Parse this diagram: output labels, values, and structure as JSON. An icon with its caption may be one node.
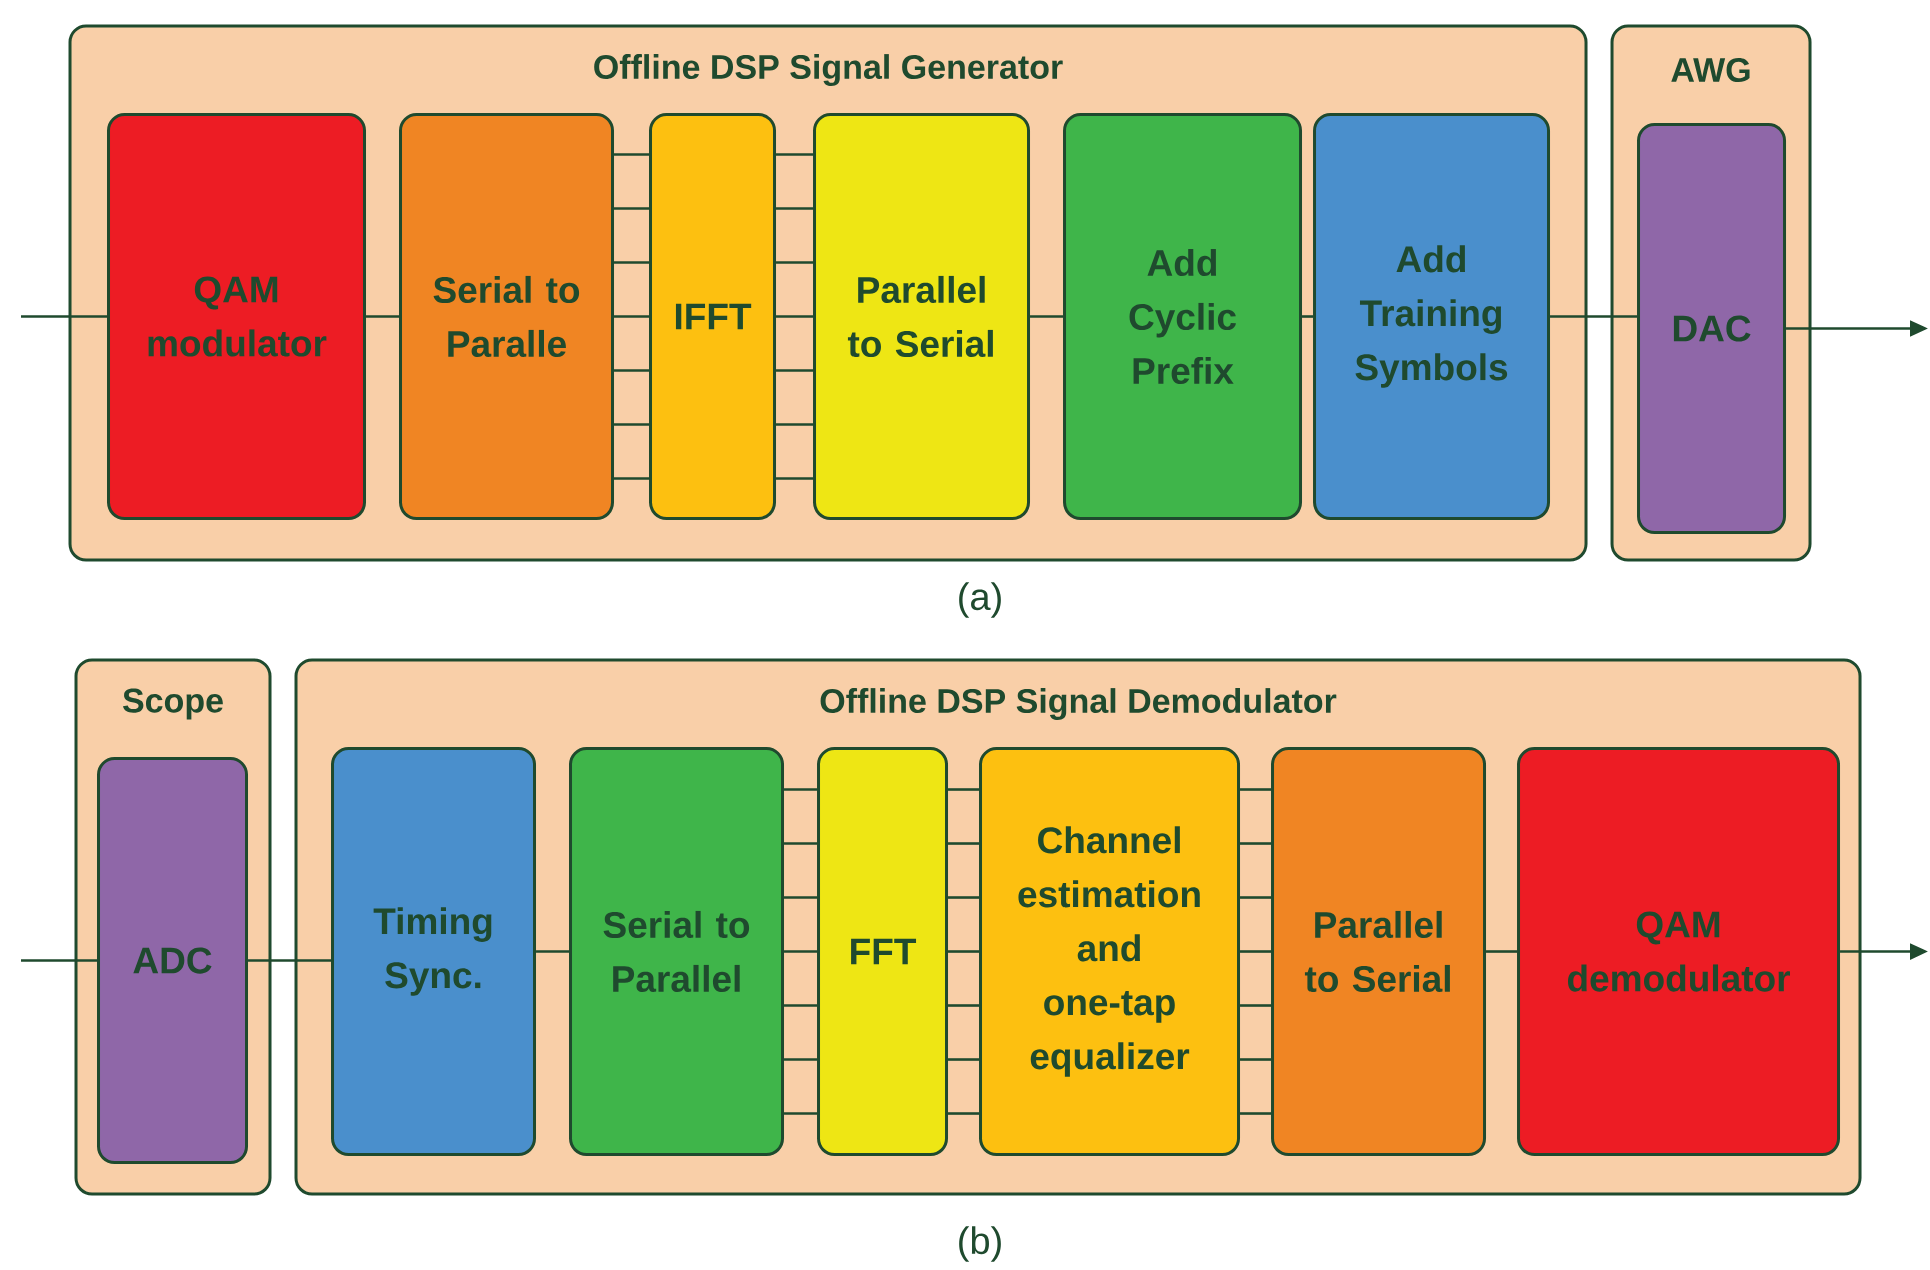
{
  "diagram": {
    "nodes": [
      {
        "text": [
          "Offline DSP Signal Generator"
        ]
      },
      {
        "text": [
          "QAM modulator"
        ],
        "in": 0
      },
      {
        "text": [
          "Serial to Paralle"
        ],
        "in": 0
      },
      {
        "text": [
          "IFFT"
        ],
        "in": 0
      },
      {
        "text": [
          "Parallel to Serial"
        ],
        "in": 0
      },
      {
        "text": [
          "Add Cyclic Prefix"
        ],
        "in": 0
      },
      {
        "text": [
          "Add Training Symbols"
        ],
        "in": 0
      },
      {
        "text": [
          "AWG"
        ]
      },
      {
        "text": [
          "DAC"
        ],
        "in": 7
      },
      {
        "text": [
          "Scope"
        ]
      },
      {
        "text": [
          "ADC"
        ],
        "in": 9
      },
      {
        "text": [
          "Offline DSP Signal Demodulator"
        ]
      },
      {
        "text": [
          "Timing Sync."
        ],
        "in": 11
      },
      {
        "text": [
          "Serial to Parallel"
        ],
        "in": 11
      },
      {
        "text": [
          "FFT"
        ],
        "in": 11
      },
      {
        "text": [
          "Channel estimation and one-tap equalizer"
        ],
        "in": 11
      },
      {
        "text": [
          "Parallel to Serial"
        ],
        "in": 11
      },
      {
        "text": [
          "QAM demodulator"
        ],
        "in": 11
      }
    ],
    "edges": [
      {
        "from": null,
        "to": 1,
        "arrow": "none"
      },
      {
        "from": 1,
        "to": 2,
        "arrow": "none"
      },
      {
        "from": 2,
        "to": 3,
        "arrow": "none"
      },
      {
        "from": 2,
        "to": 3,
        "arrow": "none"
      },
      {
        "from": 2,
        "to": 3,
        "arrow": "none"
      },
      {
        "from": 2,
        "to": 3,
        "arrow": "none"
      },
      {
        "from": 2,
        "to": 3,
        "arrow": "none"
      },
      {
        "from": 2,
        "to": 3,
        "arrow": "none"
      },
      {
        "from": 2,
        "to": 3,
        "arrow": "none"
      },
      {
        "from": 3,
        "to": 4,
        "arrow": "none"
      },
      {
        "from": 3,
        "to": 4,
        "arrow": "none"
      },
      {
        "from": 3,
        "to": 4,
        "arrow": "none"
      },
      {
        "from": 3,
        "to": 4,
        "arrow": "none"
      },
      {
        "from": 3,
        "to": 4,
        "arrow": "none"
      },
      {
        "from": 3,
        "to": 4,
        "arrow": "none"
      },
      {
        "from": 3,
        "to": 4,
        "arrow": "none"
      },
      {
        "from": 4,
        "to": 5,
        "arrow": "none"
      },
      {
        "from": 5,
        "to": 6,
        "arrow": "none"
      },
      {
        "from": 6,
        "to": 8,
        "arrow": "none"
      },
      {
        "from": 8,
        "to": null,
        "arrow": "to"
      },
      {
        "from": null,
        "to": 10,
        "arrow": "none"
      },
      {
        "from": 10,
        "to": 12,
        "arrow": "none"
      },
      {
        "from": 12,
        "to": 13,
        "arrow": "none"
      },
      {
        "from": 13,
        "to": 14,
        "arrow": "none"
      },
      {
        "from": 13,
        "to": 14,
        "arrow": "none"
      },
      {
        "from": 13,
        "to": 14,
        "arrow": "none"
      },
      {
        "from": 13,
        "to": 14,
        "arrow": "none"
      },
      {
        "from": 13,
        "to": 14,
        "arrow": "none"
      },
      {
        "from": 13,
        "to": 14,
        "arrow": "none"
      },
      {
        "from": 13,
        "to": 14,
        "arrow": "none"
      },
      {
        "from": 14,
        "to": 15,
        "arrow": "none"
      },
      {
        "from": 14,
        "to": 15,
        "arrow": "none"
      },
      {
        "from": 14,
        "to": 15,
        "arrow": "none"
      },
      {
        "from": 14,
        "to": 15,
        "arrow": "none"
      },
      {
        "from": 14,
        "to": 15,
        "arrow": "none"
      },
      {
        "from": 14,
        "to": 15,
        "arrow": "none"
      },
      {
        "from": 14,
        "to": 15,
        "arrow": "none"
      },
      {
        "from": 15,
        "to": 16,
        "arrow": "none"
      },
      {
        "from": 15,
        "to": 16,
        "arrow": "none"
      },
      {
        "from": 15,
        "to": 16,
        "arrow": "none"
      },
      {
        "from": 15,
        "to": 16,
        "arrow": "none"
      },
      {
        "from": 15,
        "to": 16,
        "arrow": "none"
      },
      {
        "from": 15,
        "to": 16,
        "arrow": "none"
      },
      {
        "from": 15,
        "to": 16,
        "arrow": "none"
      },
      {
        "from": 16,
        "to": 17,
        "arrow": "none"
      },
      {
        "from": 17,
        "to": null,
        "arrow": "to"
      }
    ],
    "labels": [
      "(a)",
      "(b)"
    ]
  }
}
